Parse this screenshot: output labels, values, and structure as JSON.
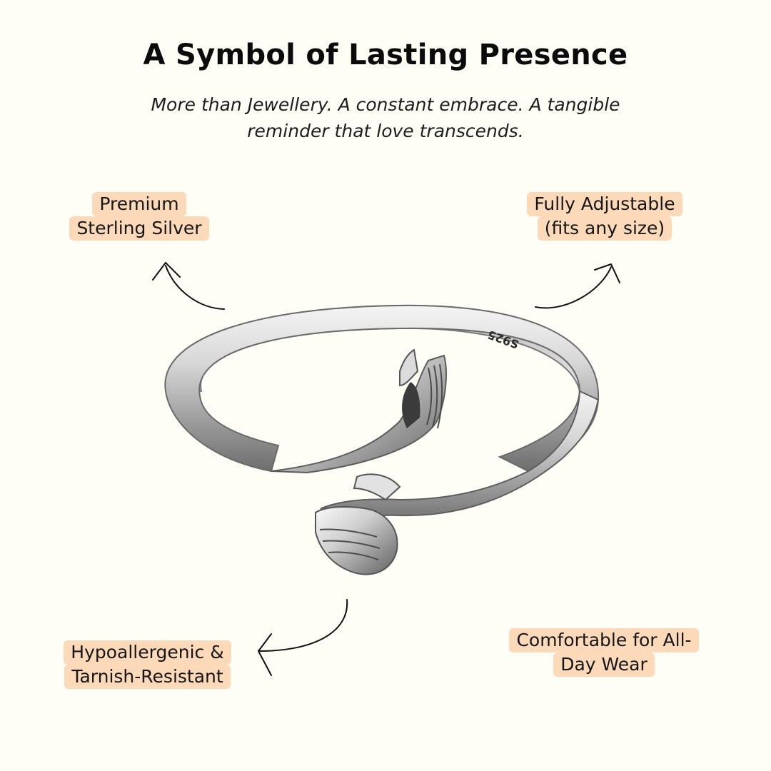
{
  "heading": {
    "title": "A Symbol of Lasting Presence",
    "subtitle_line1": "More than Jewellery. A constant embrace. A tangible",
    "subtitle_line2": "reminder that love transcends."
  },
  "features": {
    "sterling": {
      "line1": "Premium",
      "line2": "Sterling Silver"
    },
    "adjustable": {
      "line1": "Fully Adjustable",
      "line2": "(fits any size)"
    },
    "hypoallergenic": {
      "line1": "Hypoallergenic &",
      "line2": "Tarnish-Resistant"
    },
    "comfortable": {
      "line1": "Comfortable for All-",
      "line2": "Day Wear"
    }
  },
  "ring": {
    "stamp": "S925"
  },
  "colors": {
    "background": "#fefdf6",
    "highlight": "#fcd9b8",
    "text": "#111111",
    "silver": "#c9c9c9"
  }
}
